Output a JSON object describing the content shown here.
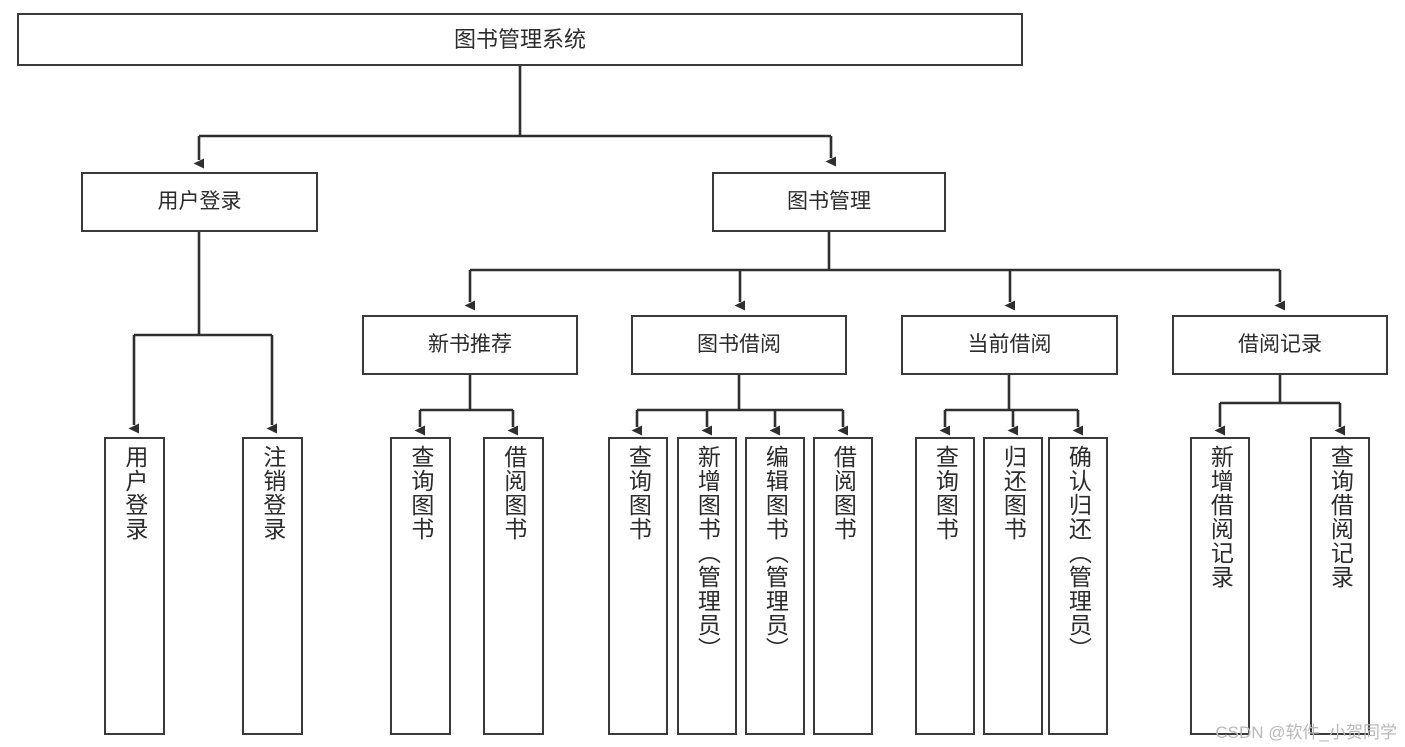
{
  "diagram": {
    "title": "图书管理系统",
    "type": "tree-hierarchy-chart",
    "orientation": "top-down",
    "background_color": "#ffffff",
    "box_border_color": "#3a3a3a",
    "connector_color": "#2f2f2f",
    "text_color": "#2b2b2b",
    "root": {
      "label": "图书管理系统"
    },
    "level2": [
      {
        "label": "用户登录"
      },
      {
        "label": "图书管理"
      }
    ],
    "level3": [
      {
        "label": "新书推荐"
      },
      {
        "label": "图书借阅"
      },
      {
        "label": "当前借阅"
      },
      {
        "label": "借阅记录"
      }
    ],
    "leaves": {
      "user_login": [
        {
          "label": "用户登录"
        },
        {
          "label": "注销登录"
        }
      ],
      "new_book_recommend": [
        {
          "label": "查询图书"
        },
        {
          "label": "借阅图书"
        }
      ],
      "book_borrow": [
        {
          "label": "查询图书"
        },
        {
          "label": "新增图书（管理员）"
        },
        {
          "label": "编辑图书（管理员）"
        },
        {
          "label": "借阅图书"
        }
      ],
      "current_borrow": [
        {
          "label": "查询图书"
        },
        {
          "label": "归还图书"
        },
        {
          "label": "确认归还（管理员）"
        }
      ],
      "borrow_record": [
        {
          "label": "新增借阅记录"
        },
        {
          "label": "查询借阅记录"
        }
      ]
    }
  },
  "watermark": {
    "text": "CSDN @软件_小贺同学"
  }
}
